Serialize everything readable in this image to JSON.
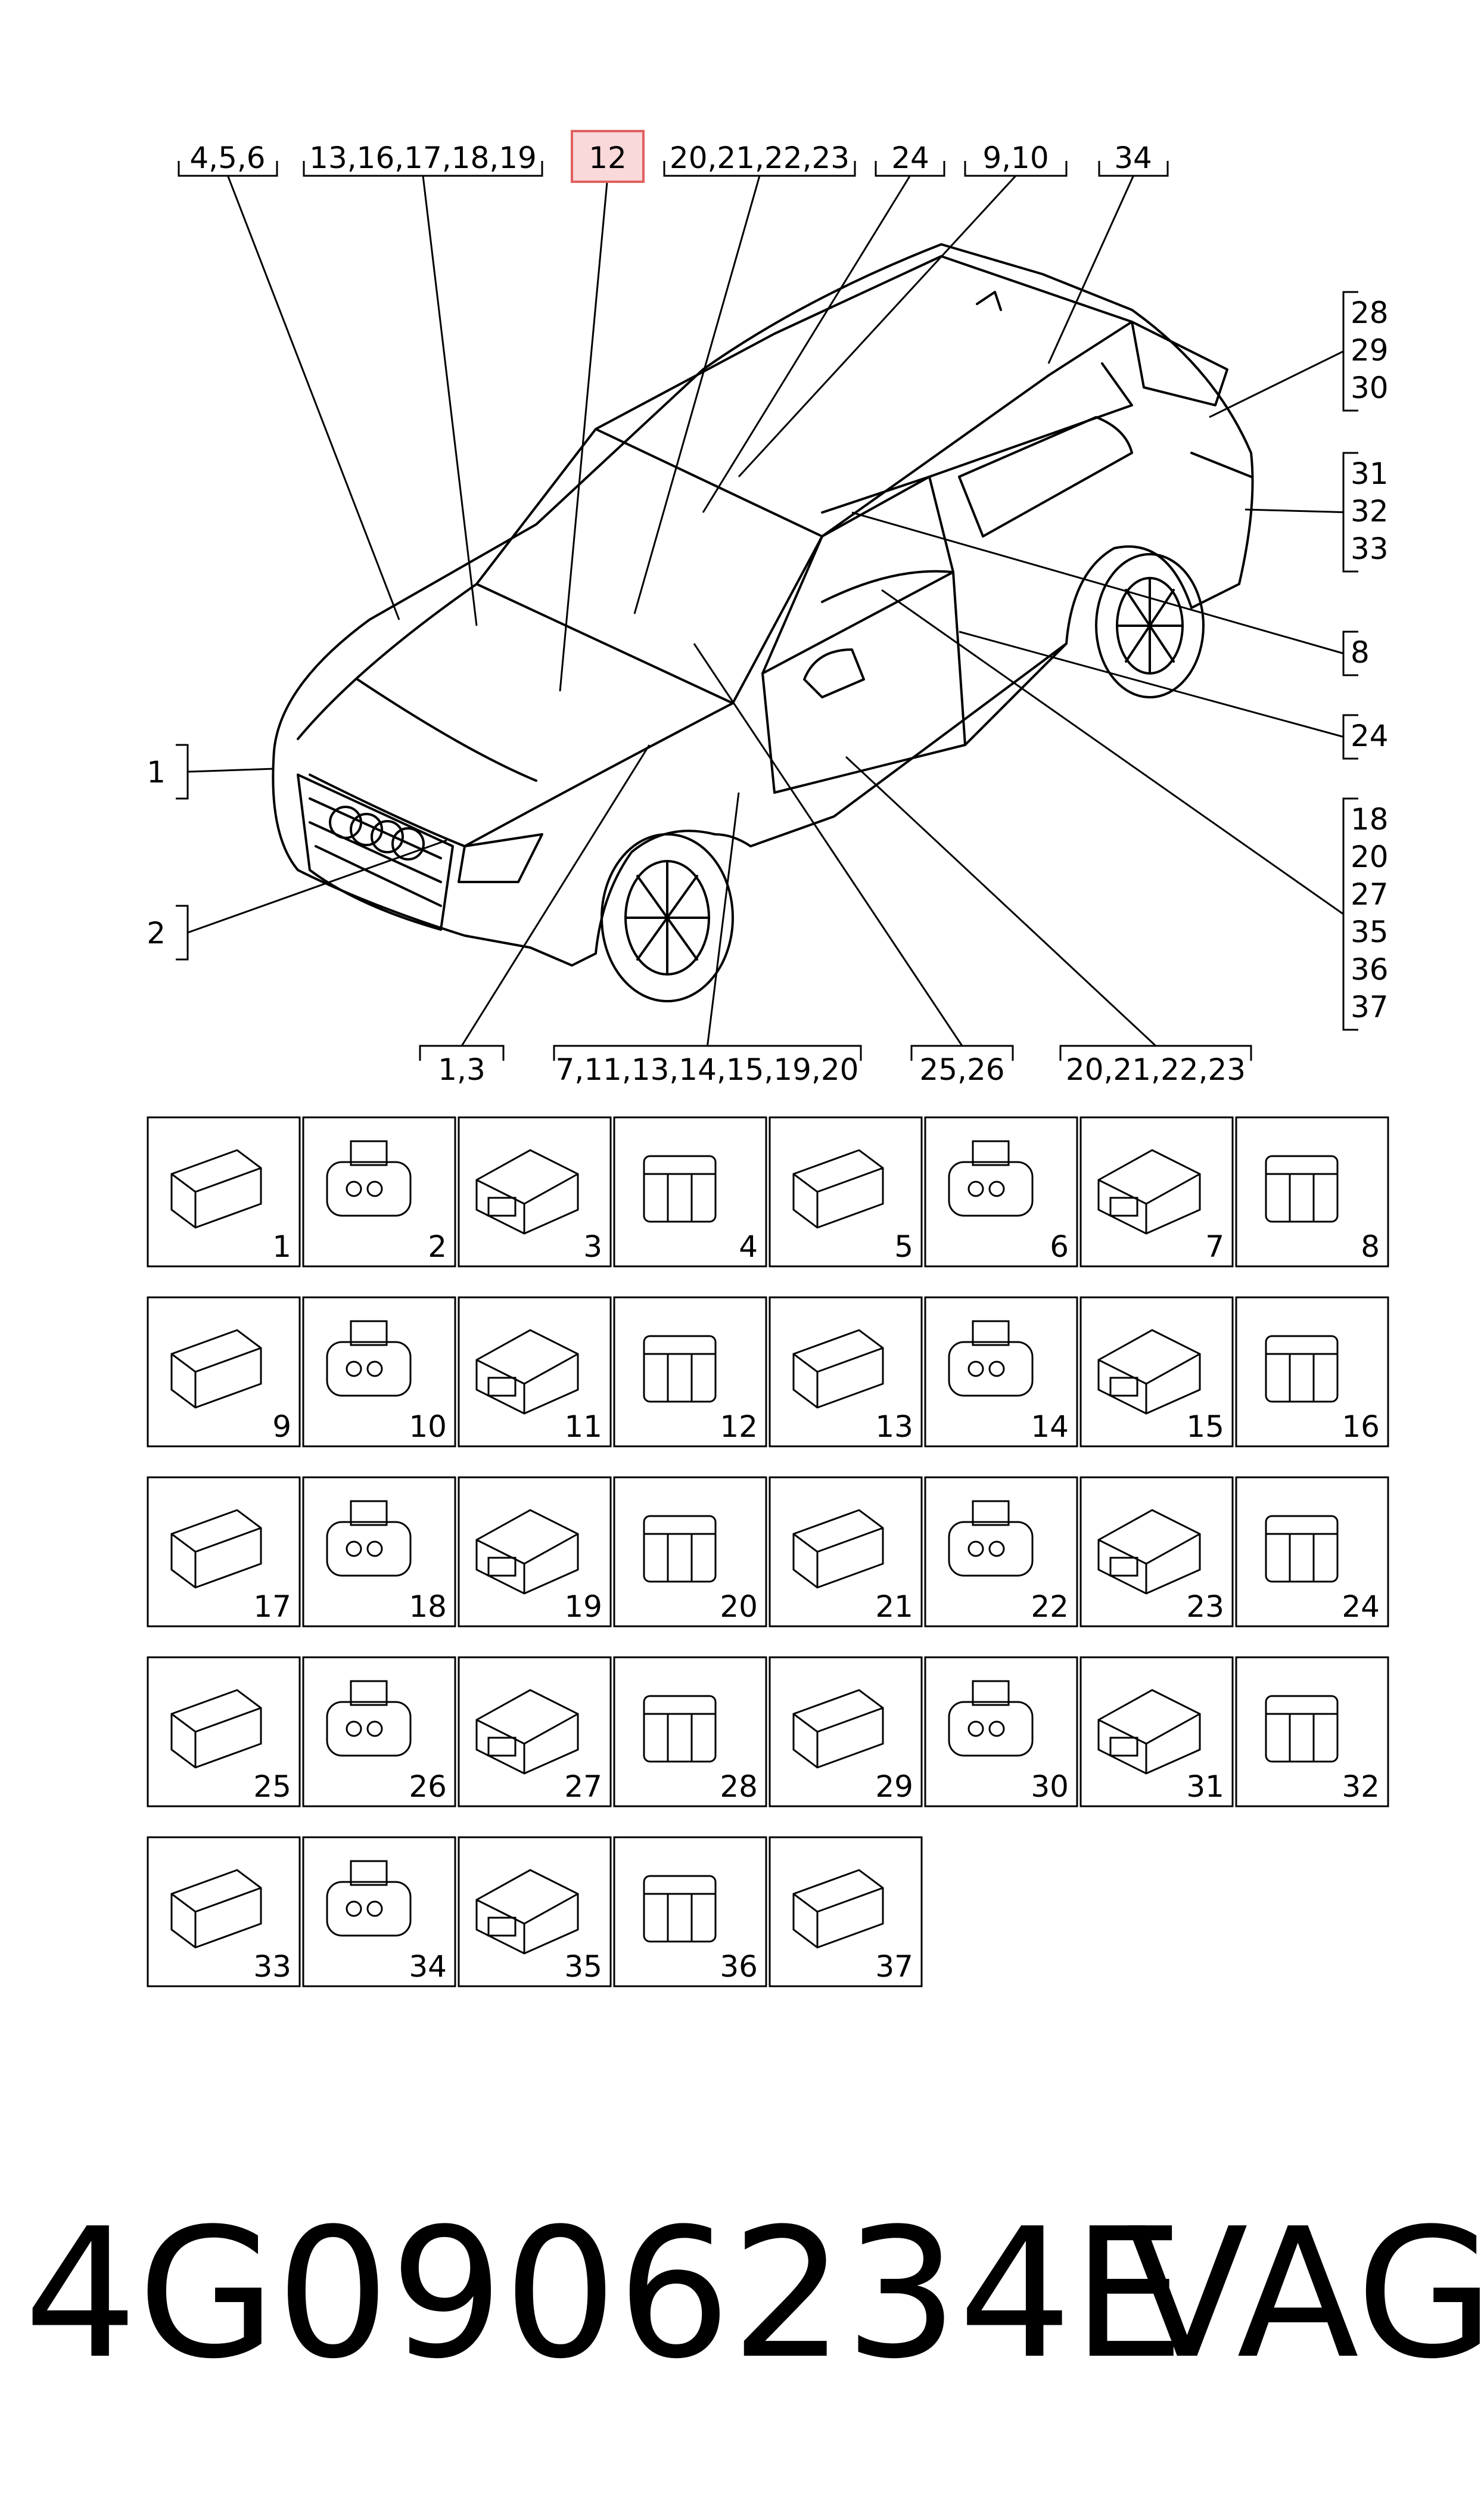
{
  "callouts": {
    "top": [
      "4,5,6",
      "13,16,17,18,19",
      "12",
      "20,21,22,23",
      "24",
      "9,10",
      "34"
    ],
    "bottom": [
      "1,3",
      "7,11,13,14,15,19,20",
      "25,26",
      "20,21,22,23"
    ],
    "right": [
      [
        "28",
        "29",
        "30"
      ],
      [
        "31",
        "32",
        "33"
      ],
      [
        "8"
      ],
      [
        "24"
      ],
      [
        "18",
        "20",
        "27",
        "35",
        "36",
        "37"
      ]
    ],
    "left": [
      "1",
      "2"
    ],
    "highlighted": "12"
  },
  "connectors": [
    "1",
    "2",
    "3",
    "4",
    "5",
    "6",
    "7",
    "8",
    "9",
    "10",
    "11",
    "12",
    "13",
    "14",
    "15",
    "16",
    "17",
    "18",
    "19",
    "20",
    "21",
    "22",
    "23",
    "24",
    "25",
    "26",
    "27",
    "28",
    "29",
    "30",
    "31",
    "32",
    "33",
    "34",
    "35",
    "36",
    "37"
  ],
  "part_number": "4G0906234E",
  "brand": "VAG",
  "colors": {
    "highlight_fill": "#f9d9d9",
    "highlight_stroke": "#e06060",
    "line": "#000000"
  }
}
